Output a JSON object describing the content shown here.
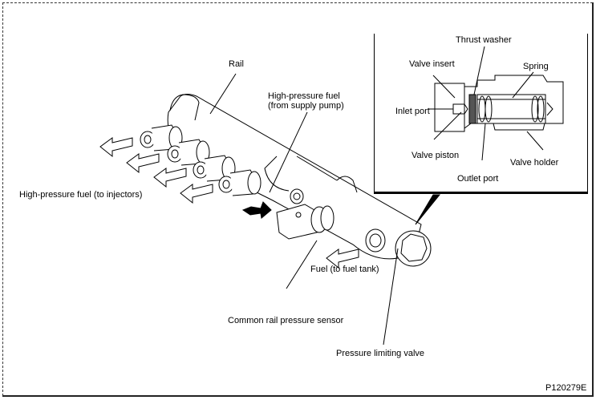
{
  "figure_id": "P120279E",
  "main": {
    "labels": {
      "rail": "Rail",
      "hp_fuel_in_line1": "High-pressure fuel",
      "hp_fuel_in_line2": "(from supply pump)",
      "hp_fuel_out": "High-pressure fuel (to injectors)",
      "fuel_to_tank": "Fuel (to fuel tank)",
      "pressure_sensor": "Common rail pressure sensor",
      "pressure_limiting_valve": "Pressure limiting valve"
    }
  },
  "inset": {
    "labels": {
      "thrust_washer": "Thrust washer",
      "valve_insert": "Valve insert",
      "spring": "Spring",
      "inlet_port": "Inlet port",
      "valve_piston": "Valve piston",
      "valve_holder": "Valve holder",
      "outlet_port": "Outlet port"
    }
  }
}
